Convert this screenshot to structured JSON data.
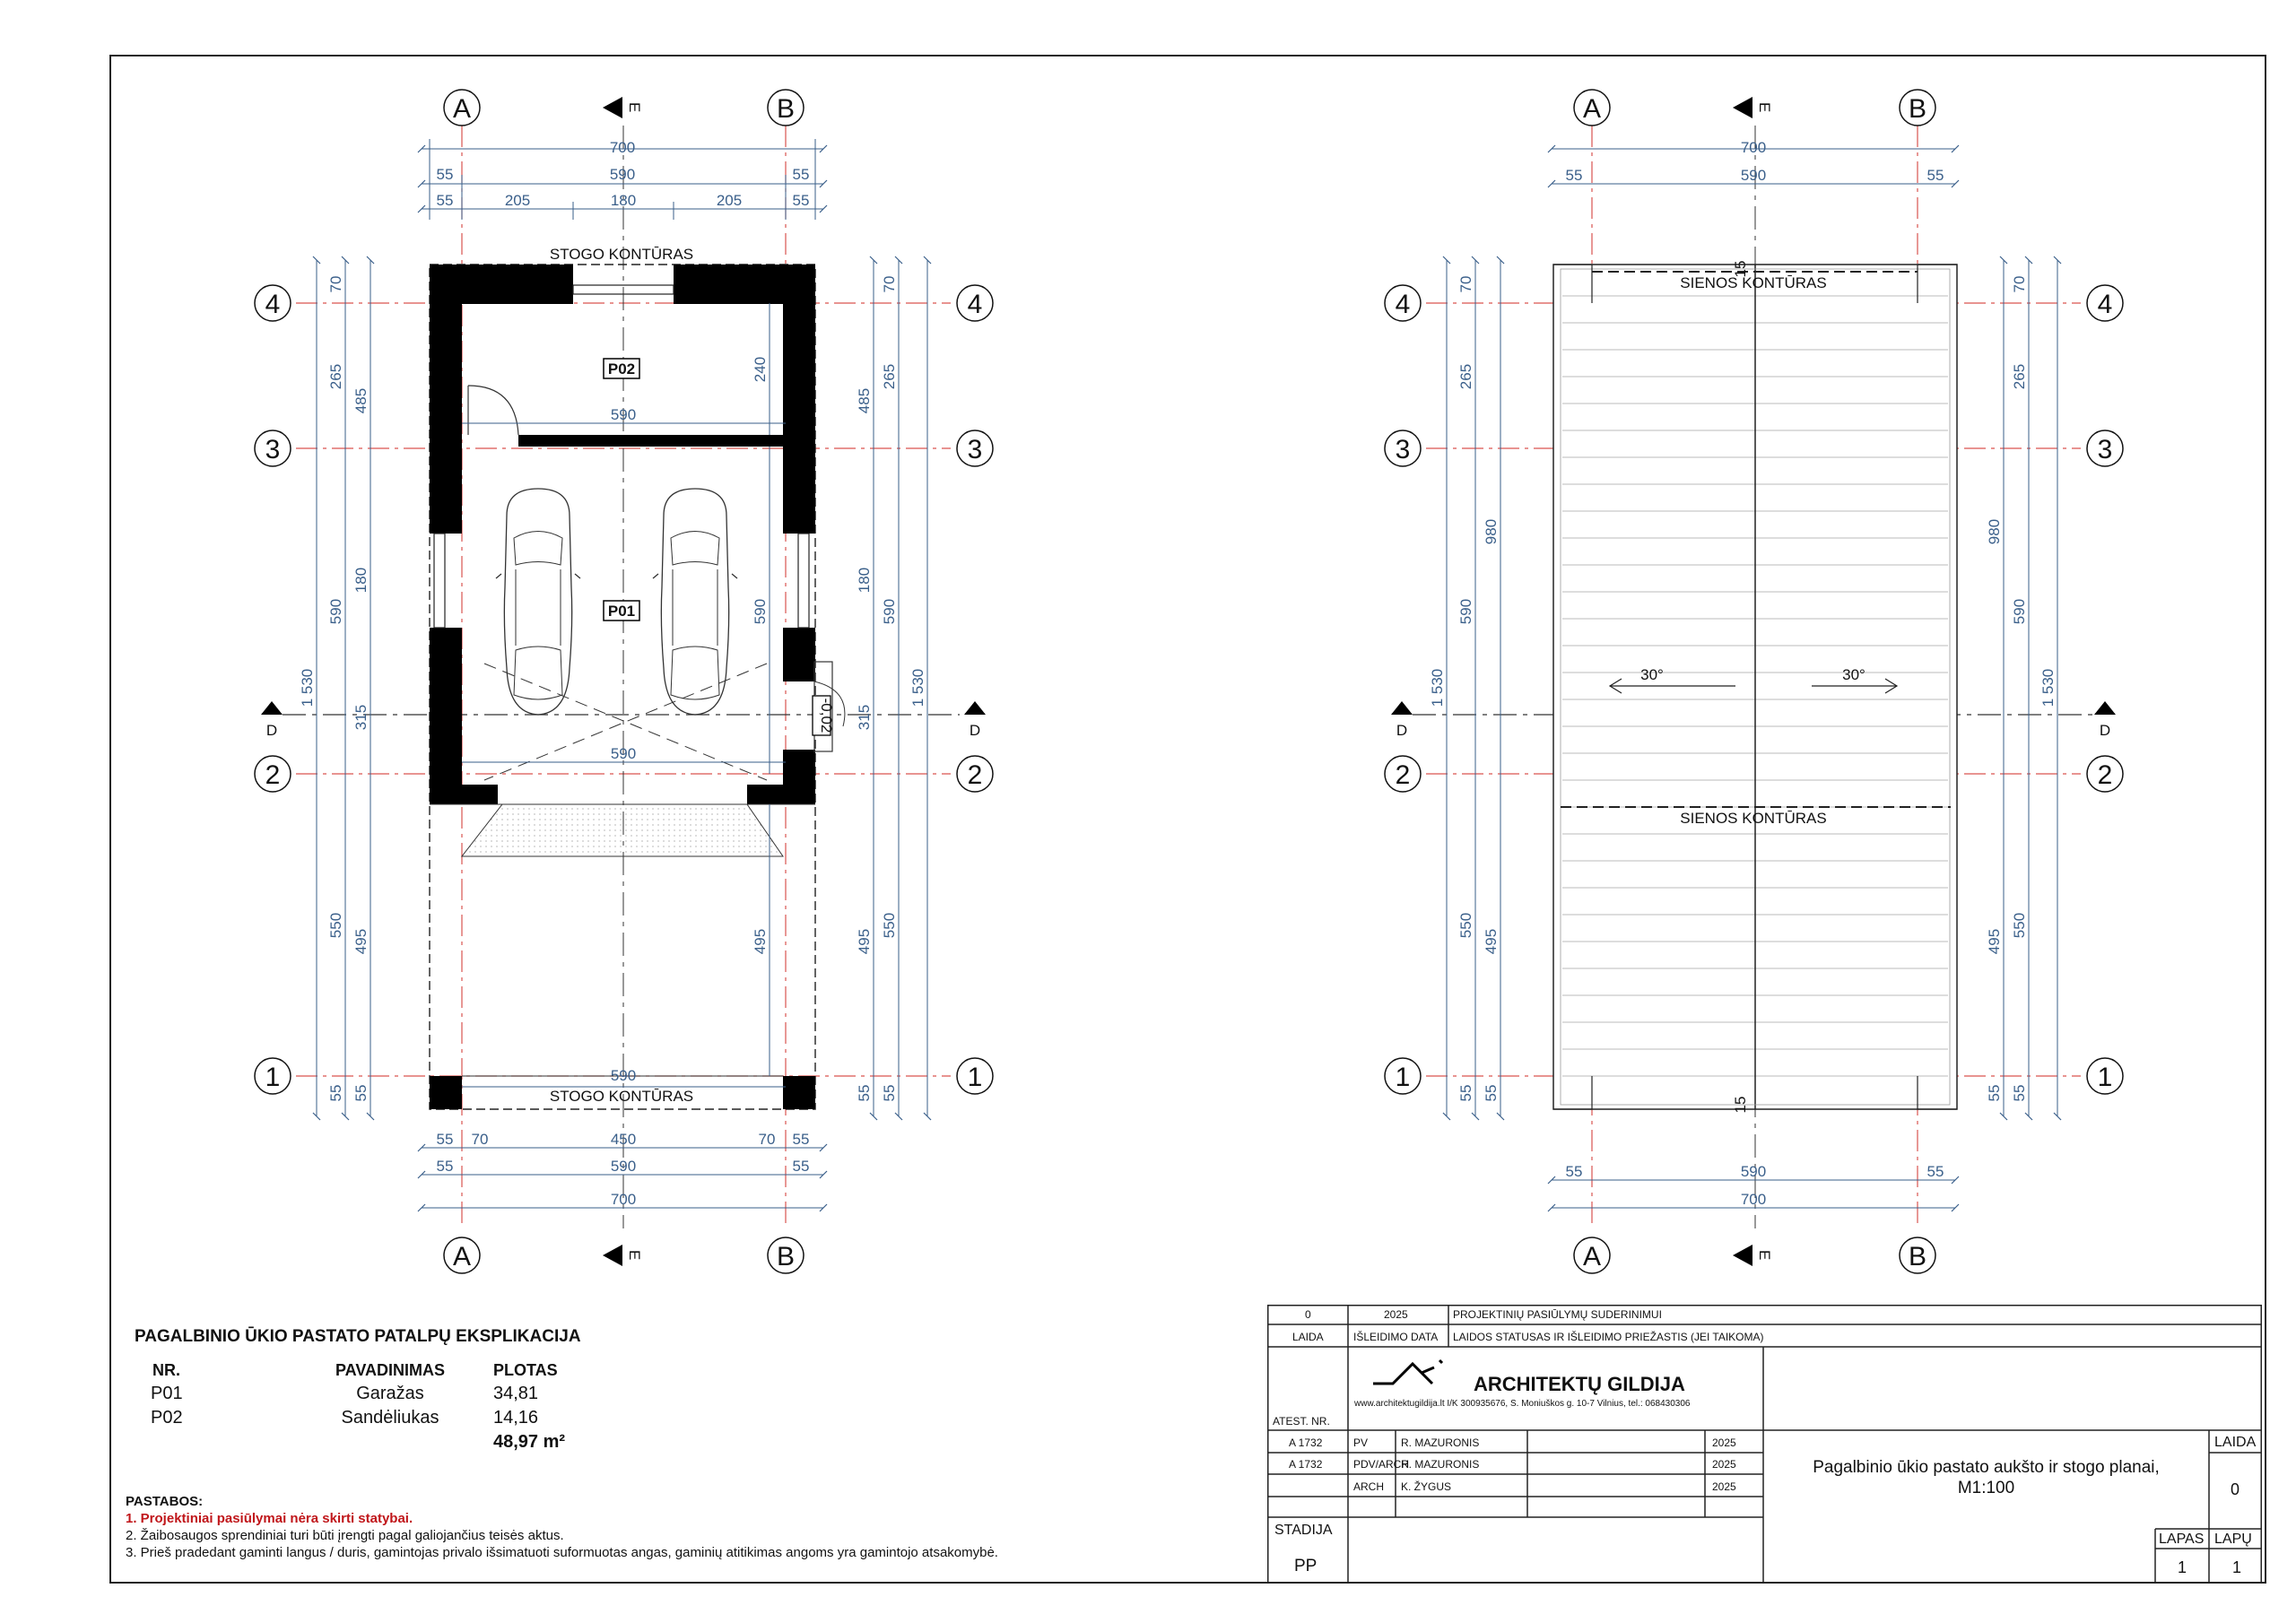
{
  "grid": {
    "a": "A",
    "b": "B",
    "r1": "1",
    "r2": "2",
    "r3": "3",
    "r4": "4",
    "sec": "D",
    "elev": "E"
  },
  "plan1": {
    "top_dims": {
      "total": "700",
      "d55": "55",
      "d590": "590",
      "d205": "205",
      "d180": "180"
    },
    "bot_dims": {
      "d55": "55",
      "d70": "70",
      "d450": "450",
      "d590": "590",
      "total": "700"
    },
    "left_dims": {
      "d70": "70",
      "d265": "265",
      "d485": "485",
      "d590": "590",
      "d180": "180",
      "d315": "315",
      "d1530": "1 530",
      "d550": "550",
      "d495": "495",
      "d55": "55"
    },
    "right_dims": {
      "d70": "70",
      "d485": "485",
      "d265": "265",
      "d180": "180",
      "d590": "590",
      "d315": "315",
      "d1530": "1 530",
      "d495": "495",
      "d550": "550",
      "d55": "55"
    },
    "inner": {
      "w590a": "590",
      "h240": "240",
      "h590": "590",
      "w590b": "590",
      "h495": "495",
      "w590c": "590",
      "lvl": "-0,02"
    },
    "roof_top": "STOGO KONTŪRAS",
    "roof_bot": "STOGO KONTŪRAS",
    "room1": "P01",
    "room2": "P02"
  },
  "plan2": {
    "top_dims": {
      "total": "700",
      "d55": "55",
      "d590": "590"
    },
    "bot_dims": {
      "d55": "55",
      "d590": "590",
      "total": "700"
    },
    "left_dims": {
      "d70": "70",
      "d265": "265",
      "d980": "980",
      "d590": "590",
      "d1530": "1 530",
      "d550": "550",
      "d495": "495",
      "d55": "55"
    },
    "right_dims": {
      "d70": "70",
      "d265": "265",
      "d980": "980",
      "d590": "590",
      "d1530": "1 530",
      "d495": "495",
      "d550": "550",
      "d55": "55"
    },
    "wall_top": "SIENOS KONTŪRAS",
    "wall_bot": "SIENOS KONTŪRAS",
    "slope": "30°",
    "d15": "15"
  },
  "explication": {
    "title": "PAGALBINIO ŪKIO PASTATO PATALPŲ EKSPLIKACIJA",
    "headers": [
      "NR.",
      "PAVADINIMAS",
      "PLOTAS"
    ],
    "rows": [
      {
        "nr": "P01",
        "name": "Garažas",
        "area": "34,81"
      },
      {
        "nr": "P02",
        "name": "Sandėliukas",
        "area": "14,16"
      }
    ],
    "total": "48,97 m²"
  },
  "notes": {
    "title": "PASTABOS:",
    "n1": "1. Projektiniai pasiūlymai nėra skirti statybai.",
    "n2": "2. Žaibosaugos sprendiniai turi būti įrengti pagal galiojančius teisės aktus.",
    "n3": "3. Prieš pradedant gaminti langus / duris, gamintojas privalo išsimatuoti suformuotas angas, gaminių atitikimas angoms yra gamintojo atsakomybė."
  },
  "titleblock": {
    "rev_no": "0",
    "rev_year": "2025",
    "rev_desc": "PROJEKTINIŲ PASIŪLYMŲ SUDERINIMUI",
    "h_laida": "LAIDA",
    "h_date": "IŠLEIDIMO DATA",
    "h_status": "LAIDOS STATUSAS IR IŠLEIDIMO PRIEŽASTIS (JEI TAIKOMA)",
    "company": "ARCHITEKTŲ GILDIJA",
    "company_info": "www.architektugildija.lt  I/K 300935676, S. Moniuškos g. 10-7 Vilnius, tel.: 068430306",
    "atest": "ATEST. NR.",
    "people": [
      {
        "atest": "A 1732",
        "role": "PV",
        "name": "R. MAZURONIS",
        "year": "2025"
      },
      {
        "atest": "A 1732",
        "role": "PDV/ARCH",
        "name": "R. MAZURONIS",
        "year": "2025"
      },
      {
        "atest": "",
        "role": "ARCH",
        "name": "K. ŽYGUS",
        "year": "2025"
      }
    ],
    "sheet_title_1": "Pagalbinio ūkio pastato aukšto ir stogo planai,",
    "sheet_title_2": "M1:100",
    "laida_h": "LAIDA",
    "laida_v": "0",
    "stadija_h": "STADIJA",
    "stadija_v": "PP",
    "lapas_h": "LAPAS",
    "lapas_v": "1",
    "lapu_h": "LAPŲ",
    "lapu_v": "1"
  }
}
